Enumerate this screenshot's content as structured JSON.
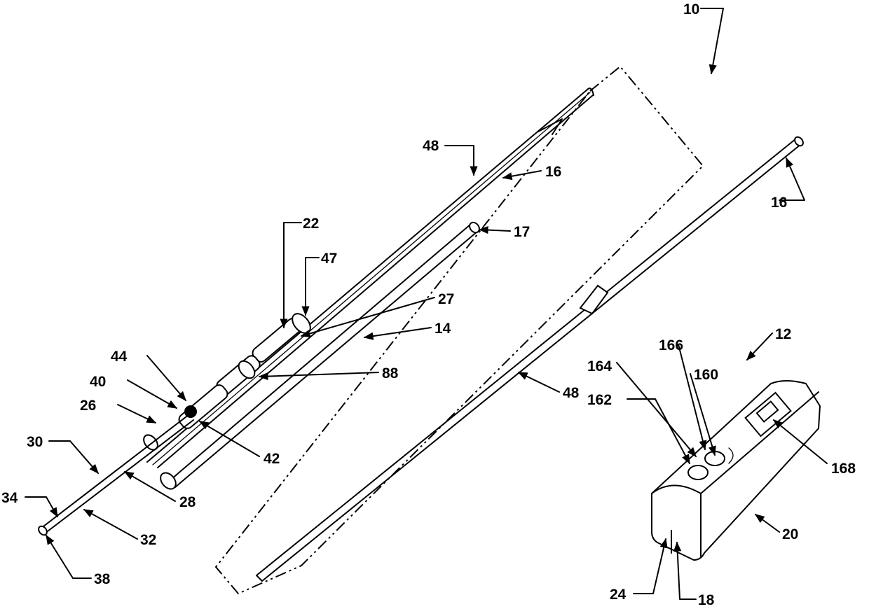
{
  "labels": {
    "l10": "10",
    "l12": "12",
    "l14": "14",
    "l16": "16",
    "l17": "17",
    "l18": "18",
    "l20": "20",
    "l22": "22",
    "l24": "24",
    "l26": "26",
    "l27": "27",
    "l28": "28",
    "l30": "30",
    "l32": "32",
    "l34": "34",
    "l38": "38",
    "l40": "40",
    "l42": "42",
    "l44": "44",
    "l47": "47",
    "l48": "48",
    "l88": "88",
    "l160": "160",
    "l162": "162",
    "l164": "164",
    "l166": "166",
    "l168": "168"
  }
}
